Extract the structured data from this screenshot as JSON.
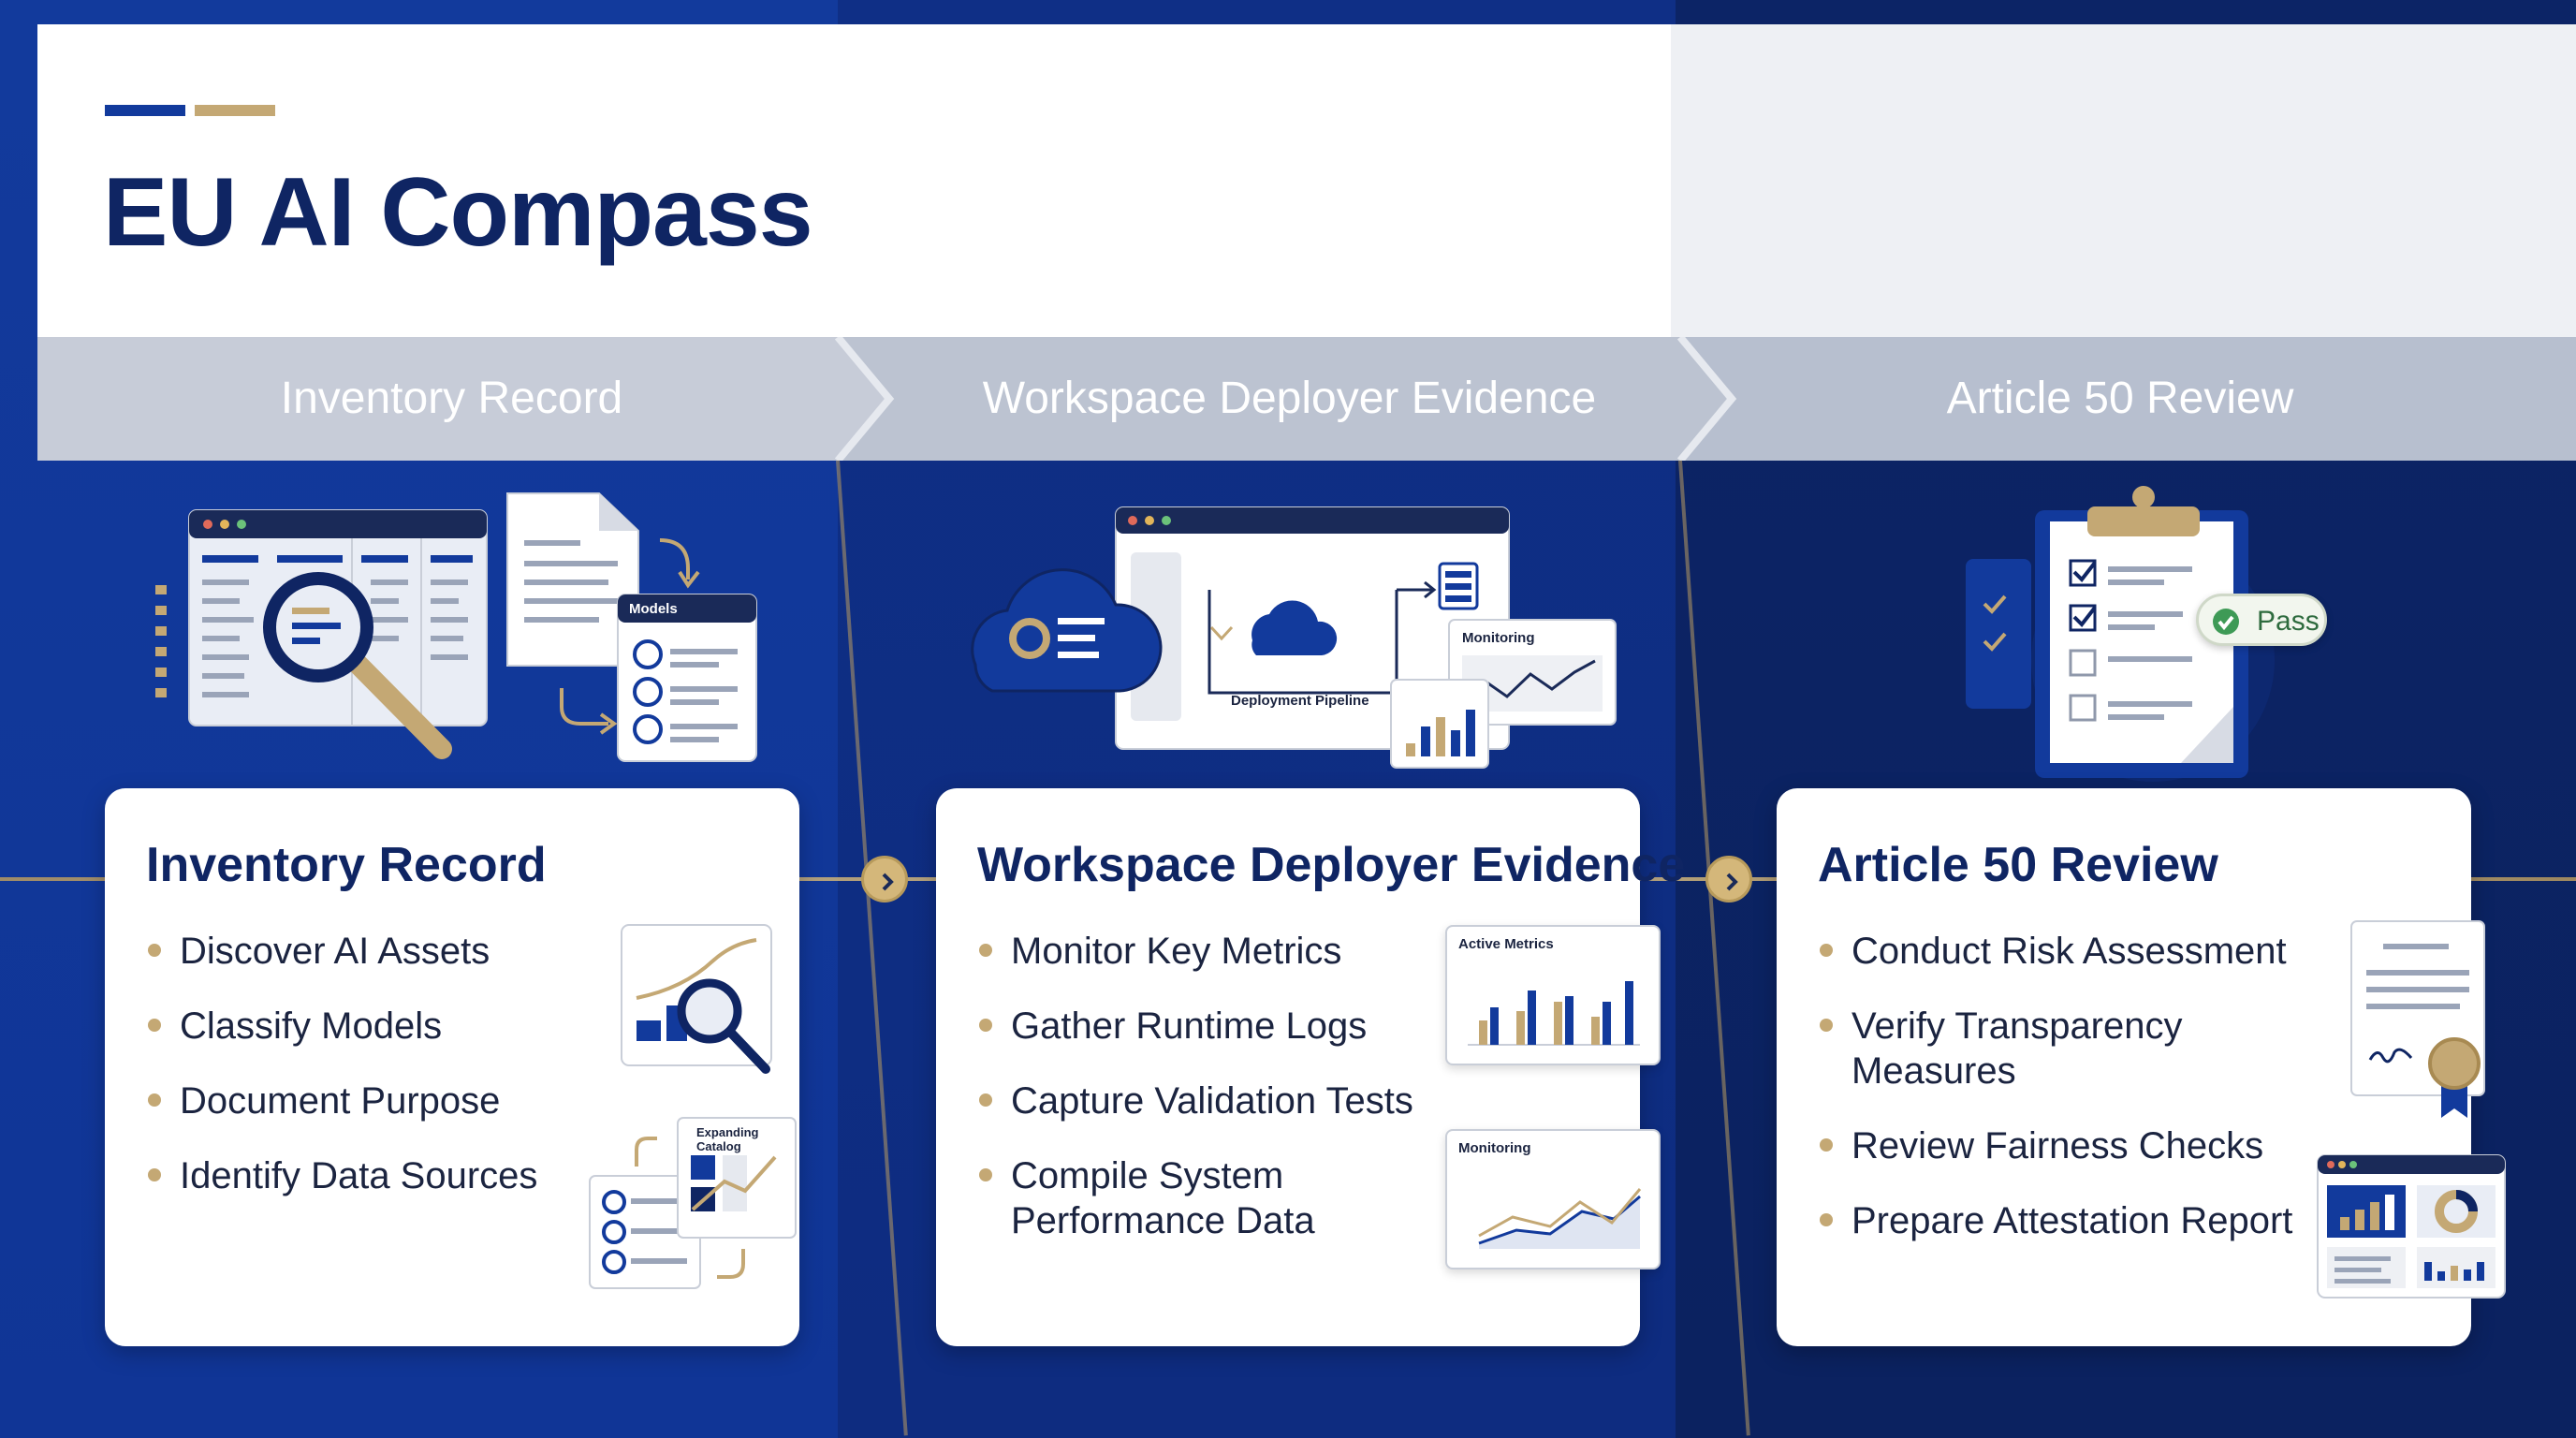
{
  "title": "EU AI Compass",
  "colors": {
    "primary": "#123a9c",
    "navy": "#0f2563",
    "gold": "#c4a874",
    "banner": "#c3c9d6"
  },
  "stages": [
    {
      "banner_label": "Inventory Record",
      "card_title": "Inventory Record",
      "bullets": [
        "Discover AI Assets",
        "Classify Models",
        "Document Purpose",
        "Identify Data Sources"
      ],
      "illustration_labels": {
        "models": "Models",
        "catalog": "Expanding Catalog"
      }
    },
    {
      "banner_label": "Workspace Deployer Evidence",
      "card_title": "Workspace Deployer Evidence",
      "bullets": [
        "Monitor Key Metrics",
        "Gather Runtime Logs",
        "Capture Validation Tests",
        "Compile System Performance Data"
      ],
      "illustration_labels": {
        "pipeline": "Deployment Pipeline",
        "monitoring": "Monitoring",
        "active_metrics": "Active Metrics",
        "monitoring_card": "Monitoring"
      }
    },
    {
      "banner_label": "Article 50 Review",
      "card_title": "Article 50 Review",
      "bullets": [
        "Conduct Risk Assessment",
        "Verify Transparency Measures",
        "Review Fairness Checks",
        "Prepare Attestation Report"
      ],
      "illustration_labels": {
        "pass": "Pass"
      }
    }
  ],
  "icons": [
    "magnifier-icon",
    "document-icon",
    "cloud-icon",
    "clipboard-icon",
    "checkmark-icon",
    "chevron-right-icon",
    "certificate-icon",
    "chart-icon"
  ]
}
